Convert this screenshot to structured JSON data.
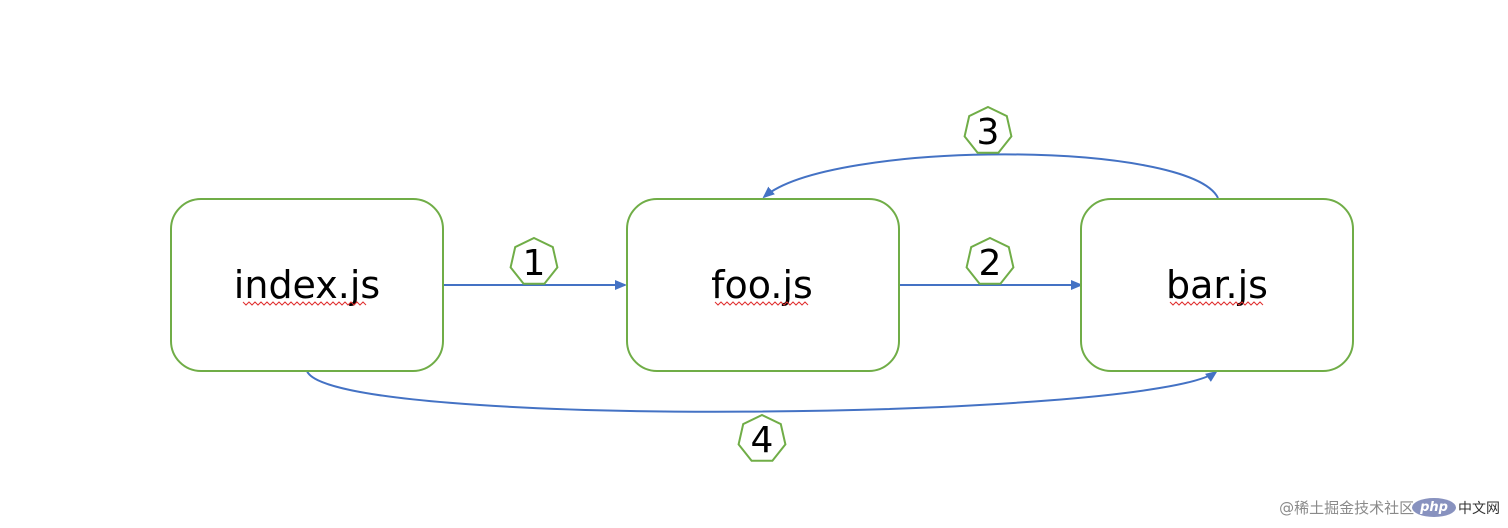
{
  "nodes": [
    {
      "id": "index",
      "label": "index.js"
    },
    {
      "id": "foo",
      "label": "foo.js"
    },
    {
      "id": "bar",
      "label": "bar.js"
    }
  ],
  "edges": [
    {
      "from": "index",
      "to": "foo",
      "label": "1"
    },
    {
      "from": "foo",
      "to": "bar",
      "label": "2"
    },
    {
      "from": "bar",
      "to": "foo",
      "label": "3"
    },
    {
      "from": "index",
      "to": "bar",
      "label": "4"
    }
  ],
  "colors": {
    "node_border": "#70ad47",
    "edge": "#4472c4",
    "badge_border": "#70ad47",
    "spellcheck": "#e03030"
  },
  "watermark": {
    "text": "@稀土掘金技术社区",
    "logo": "php",
    "suffix": "中文网"
  }
}
